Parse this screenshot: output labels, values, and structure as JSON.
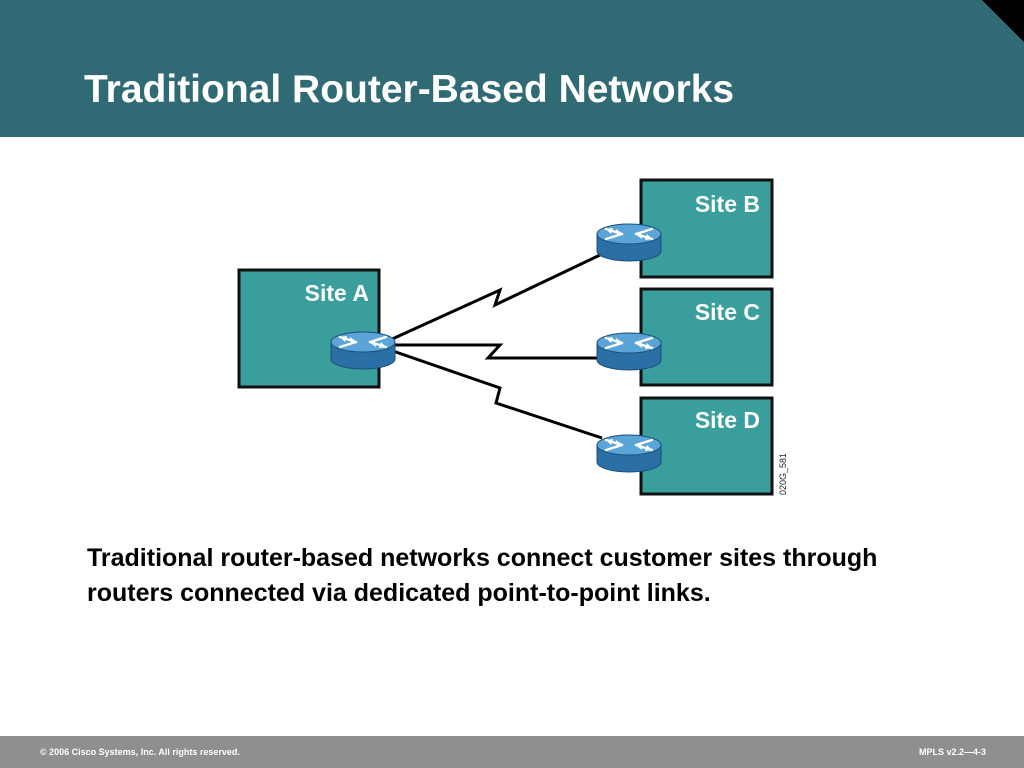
{
  "slide": {
    "title": "Traditional Router-Based Networks"
  },
  "diagram": {
    "sites": [
      {
        "label": "Site A"
      },
      {
        "label": "Site B"
      },
      {
        "label": "Site C"
      },
      {
        "label": "Site D"
      }
    ],
    "figure_id": "020G_581",
    "colors": {
      "site_fill": "#3a9e9c",
      "router_blue": "#3e8fc9",
      "link": "#000000"
    },
    "icons": [
      "router-icon"
    ]
  },
  "caption": {
    "text": "Traditional router-based networks connect customer sites through routers connected via dedicated point-to-point links."
  },
  "footer": {
    "copyright": "© 2006 Cisco Systems, Inc. All rights reserved.",
    "course": "MPLS v2.2—4-3"
  },
  "theme": {
    "header_bg": "#306a75",
    "footer_bg": "#8f8f8f"
  }
}
